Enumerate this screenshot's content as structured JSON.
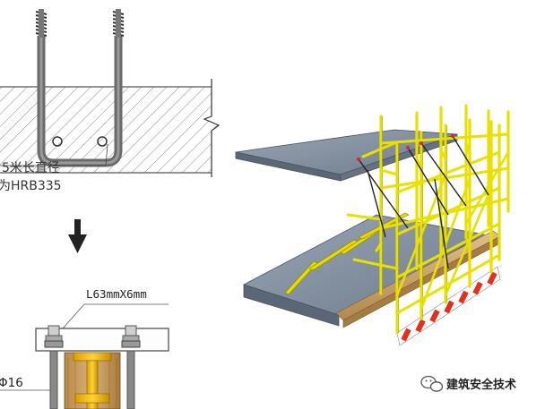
{
  "labels": {
    "rebar_length": "5米长直径",
    "rebar_grade": "为HRB335",
    "angle_steel": "L63mmX6mm",
    "bolt_dia": "Φ16"
  },
  "watermark": {
    "text": "建筑安全技术",
    "icon": "wechat-icon"
  },
  "colors": {
    "scaffold_yellow": "#e8e000",
    "slab_gray": "#7d8a99",
    "board_wood": "#c9a56a",
    "warning_red": "#e03020",
    "hatch": "#777777",
    "rebar": "#555555",
    "arrow": "#222222"
  }
}
